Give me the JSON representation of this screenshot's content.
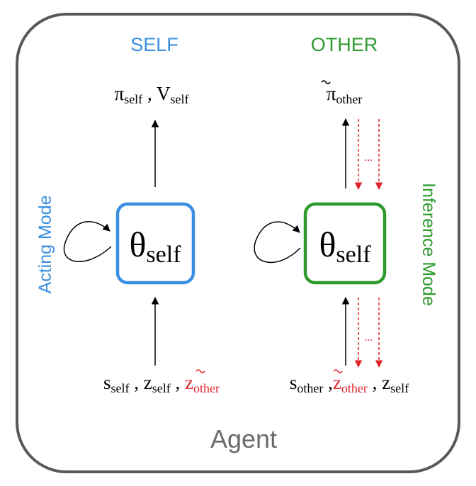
{
  "colors": {
    "frame": "#595959",
    "self": "#3a8fe0",
    "other": "#2e9a2e",
    "latent": "#e0242b",
    "ink": "#000000",
    "agent_label": "#6b6b6b"
  },
  "headers": {
    "self": "SELF",
    "other": "OTHER"
  },
  "outputs": {
    "self": {
      "pi": "π",
      "pi_sub": "self",
      "sep": " , ",
      "v": "V",
      "v_sub": "self"
    },
    "other": {
      "pi_tilde": "π",
      "pi_sub": "other"
    }
  },
  "boxes": {
    "self": {
      "symbol": "θ",
      "sub": "self"
    },
    "other": {
      "symbol": "θ",
      "sub": "self"
    }
  },
  "modes": {
    "acting": "Acting Mode",
    "inference": "Inference Mode"
  },
  "inputs": {
    "self": {
      "s": "s",
      "s_sub": "self",
      "sep1": " , ",
      "z": "z",
      "z_sub": "self",
      "sep2": " , ",
      "zt": "z",
      "zt_sub": "other"
    },
    "other": {
      "s": "s",
      "s_sub": "other",
      "sep1": " ,",
      "zt": "z",
      "zt_sub": "other",
      "sep2": " , ",
      "z": "z",
      "z_sub": "self"
    }
  },
  "dots": "...",
  "agent_label": "Agent"
}
